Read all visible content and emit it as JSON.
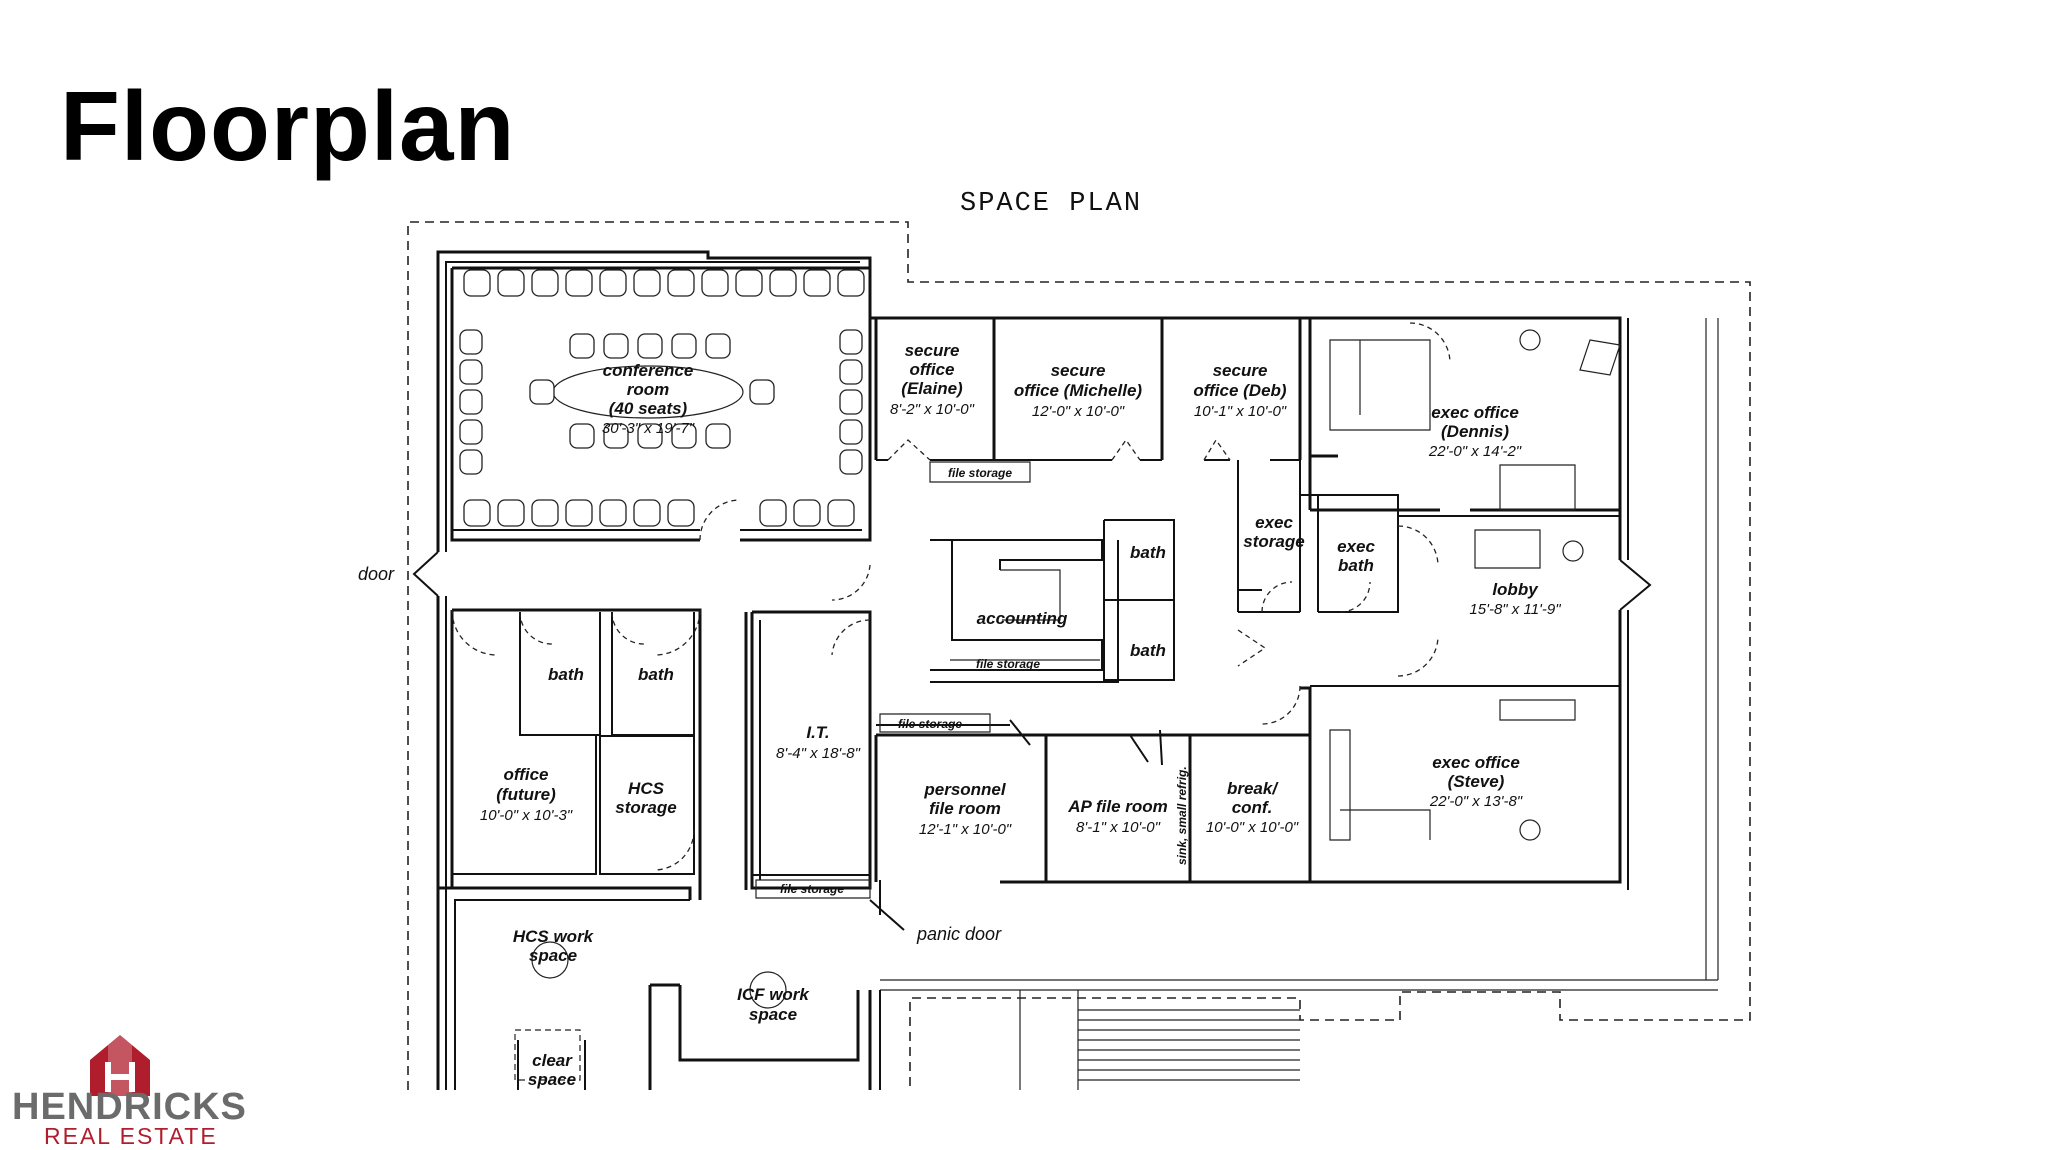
{
  "page": {
    "title": "Floorplan"
  },
  "plan": {
    "heading": "SPACE PLAN",
    "rooms": {
      "conference": {
        "l1": "conference",
        "l2": "room",
        "l3": "(40 seats)",
        "dim": "30'-3\" x 19'-7\""
      },
      "secure_elaine": {
        "l1": "secure",
        "l2": "office",
        "l3": "(Elaine)",
        "dim": "8'-2\" x 10'-0\""
      },
      "secure_michelle": {
        "l1": "secure",
        "l2": "office (Michelle)",
        "dim": "12'-0\" x 10'-0\""
      },
      "secure_deb": {
        "l1": "secure",
        "l2": "office (Deb)",
        "dim": "10'-1\" x 10'-0\""
      },
      "exec_dennis": {
        "l1": "exec office",
        "l2": "(Dennis)",
        "dim": "22'-0\" x 14'-2\""
      },
      "exec_storage": {
        "l1": "exec",
        "l2": "storage"
      },
      "exec_bath": {
        "l1": "exec",
        "l2": "bath"
      },
      "lobby": {
        "l1": "lobby",
        "dim": "15'-8\" x 11'-9\""
      },
      "accounting": {
        "l1": "accounting"
      },
      "bath_upper": {
        "l1": "bath"
      },
      "bath_lower": {
        "l1": "bath"
      },
      "bath_left": {
        "l1": "bath"
      },
      "bath_right": {
        "l1": "bath"
      },
      "office_future": {
        "l1": "office",
        "l2": "(future)",
        "dim": "10'-0\" x 10'-3\""
      },
      "hcs_storage": {
        "l1": "HCS",
        "l2": "storage"
      },
      "it": {
        "l1": "I.T.",
        "dim": "8'-4\" x 18'-8\""
      },
      "personnel": {
        "l1": "personnel",
        "l2": "file room",
        "dim": "12'-1\" x 10'-0\""
      },
      "ap_file": {
        "l1": "AP file room",
        "dim": "8'-1\" x 10'-0\""
      },
      "sink": {
        "l1": "sink, small refrig."
      },
      "break": {
        "l1": "break/",
        "l2": "conf.",
        "dim": "10'-0\" x 10'-0\""
      },
      "exec_steve": {
        "l1": "exec office",
        "l2": "(Steve)",
        "dim": "22'-0\" x 13'-8\""
      },
      "hcs_work": {
        "l1": "HCS work",
        "l2": "space"
      },
      "icf_work": {
        "l1": "ICF work",
        "l2": "space"
      },
      "clear_space": {
        "l1": "clear",
        "l2": "space"
      }
    },
    "labels": {
      "door": "door",
      "panic_door": "panic door",
      "file_storage_1": "file storage",
      "file_storage_2": "file storage",
      "file_storage_3": "file storage",
      "file_storage_4": "file storage"
    }
  },
  "logo": {
    "name": "HENDRICKS",
    "sub": "REAL ESTATE",
    "brand_color": "#b01e2d",
    "text_color": "#6b6b6b"
  }
}
